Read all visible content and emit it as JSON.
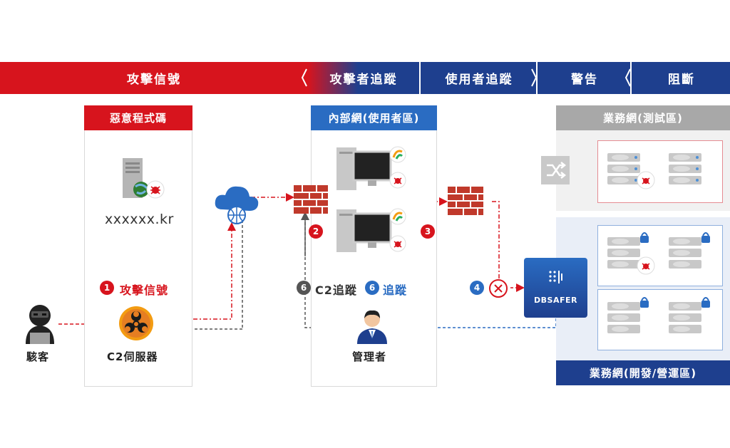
{
  "banner": {
    "attack_signal": "攻擊信號",
    "attacker_trace": "攻擊者追蹤",
    "user_trace": "使用者追蹤",
    "alert": "警告",
    "block": "阻斷"
  },
  "panels": {
    "malware": "惡意程式碼",
    "internal": "內部網(使用者區)",
    "biz_test": "業務網(測試區)",
    "biz_dev": "業務網(開發/營運區)"
  },
  "labels": {
    "domain": "xxxxxx.kr",
    "attack_signal": "攻擊信號",
    "hacker": "駭客",
    "c2_server": "C2伺服器",
    "c2_trace": "C2追蹤",
    "trace": "追蹤",
    "admin": "管理者",
    "dbsafer": "DBSAFER"
  },
  "badges": {
    "b1": "1",
    "b2": "2",
    "b3": "3",
    "b4": "4",
    "b6a": "6",
    "b6b": "6"
  },
  "colors": {
    "red": "#d7141d",
    "navy": "#1e3f8e",
    "blue": "#2a6cc2",
    "gray": "#9b9b9b"
  }
}
